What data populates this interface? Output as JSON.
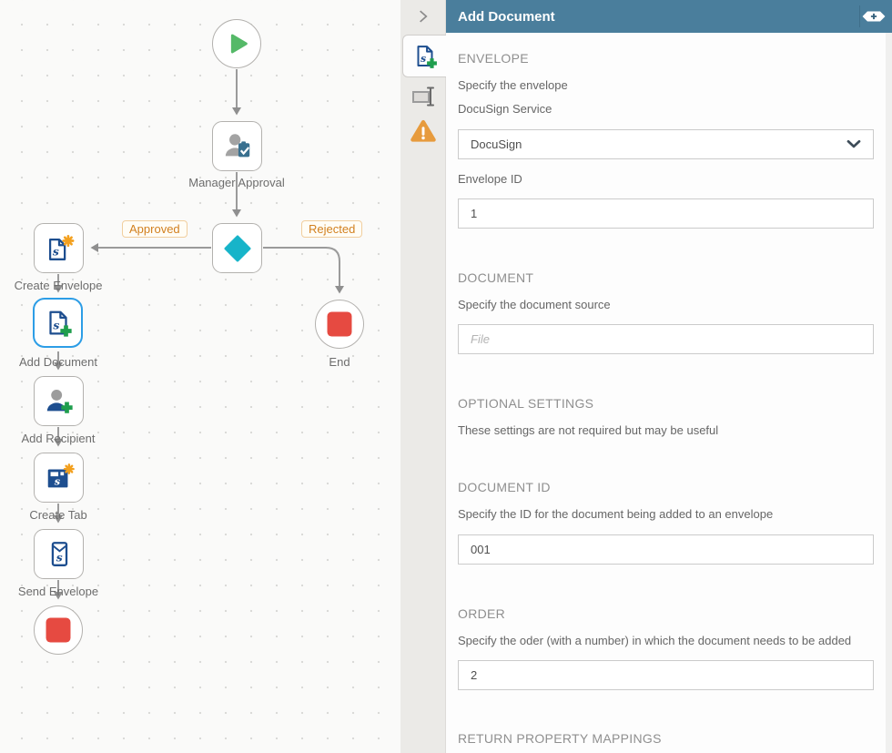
{
  "canvas": {
    "nodes": [
      {
        "id": "start",
        "type": "start",
        "label": ""
      },
      {
        "id": "manager-approval",
        "type": "task",
        "label": "Manager Approval"
      },
      {
        "id": "decision",
        "type": "decision",
        "label": ""
      },
      {
        "id": "create-envelope",
        "type": "action",
        "label": "Create Envelope"
      },
      {
        "id": "add-document",
        "type": "action",
        "label": "Add Document",
        "selected": true
      },
      {
        "id": "add-recipient",
        "type": "action",
        "label": "Add Recipient"
      },
      {
        "id": "create-tab",
        "type": "action",
        "label": "Create Tab"
      },
      {
        "id": "send-envelope",
        "type": "action",
        "label": "Send Envelope"
      },
      {
        "id": "end-left",
        "type": "end",
        "label": ""
      },
      {
        "id": "end-right",
        "type": "end",
        "label": "End"
      }
    ],
    "branches": [
      {
        "label": "Approved"
      },
      {
        "label": "Rejected"
      }
    ]
  },
  "panel": {
    "header": {
      "title": "Add Document",
      "add_icon": "plus-hexagon-icon",
      "collapse_icon": "chevron-right-icon"
    },
    "tabs": [
      {
        "id": "configuration",
        "icon": "add-document-icon",
        "active": true
      },
      {
        "id": "rename",
        "icon": "rename-icon",
        "active": false
      },
      {
        "id": "warnings",
        "icon": "warning-icon",
        "active": false
      }
    ],
    "envelope": {
      "heading": "ENVELOPE",
      "description": "Specify the envelope",
      "service_label": "DocuSign Service",
      "service_value": "DocuSign",
      "envelope_id_label": "Envelope ID",
      "envelope_id_value": "1"
    },
    "document": {
      "heading": "DOCUMENT",
      "description": "Specify the document source",
      "file_placeholder": "File",
      "file_value": ""
    },
    "optional": {
      "heading": "OPTIONAL SETTINGS",
      "description": "These settings are not required but may be useful"
    },
    "document_id": {
      "heading": "DOCUMENT ID",
      "description": "Specify the ID for the document being added to an envelope",
      "value": "001"
    },
    "order": {
      "heading": "ORDER",
      "description": "Specify the oder (with a number) in which the document needs to be added",
      "value": "2"
    },
    "return_mappings": {
      "heading": "RETURN PROPERTY MAPPINGS"
    }
  },
  "colors": {
    "header_teal": "#4a7e9c",
    "icon_blue": "#1d4e8f",
    "plus_green": "#1f9e4d",
    "star_orange": "#f3a01e",
    "diamond_teal": "#17b4c9",
    "play_green": "#55b968",
    "end_red": "#e64a41",
    "selected_blue": "#2c9de6",
    "badge_orange": "#d2801f",
    "warning_orange": "#e79b3d"
  }
}
